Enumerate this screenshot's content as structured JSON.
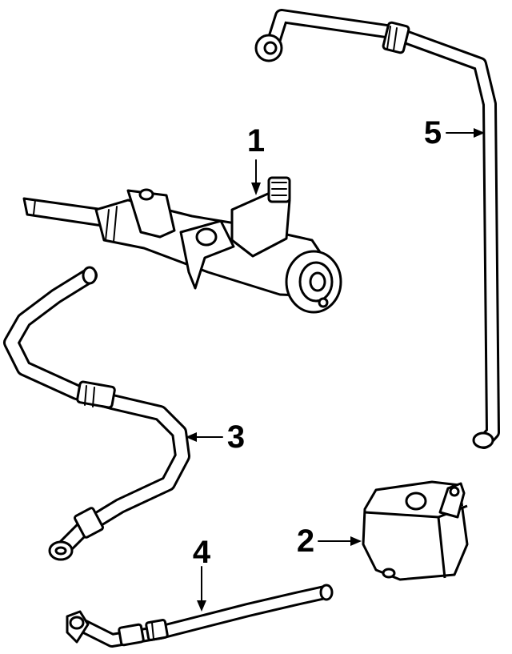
{
  "diagram": {
    "callouts": [
      {
        "id": "1",
        "label": "1"
      },
      {
        "id": "2",
        "label": "2"
      },
      {
        "id": "3",
        "label": "3"
      },
      {
        "id": "4",
        "label": "4"
      },
      {
        "id": "5",
        "label": "5"
      }
    ],
    "parts": [
      {
        "callout": "1",
        "icon": "steering-rack-icon"
      },
      {
        "callout": "2",
        "icon": "reservoir-icon"
      },
      {
        "callout": "3",
        "icon": "pressure-hose-icon"
      },
      {
        "callout": "4",
        "icon": "return-hose-icon"
      },
      {
        "callout": "5",
        "icon": "return-line-icon"
      }
    ],
    "colors": {
      "ink": "#000000",
      "background": "#ffffff"
    }
  }
}
